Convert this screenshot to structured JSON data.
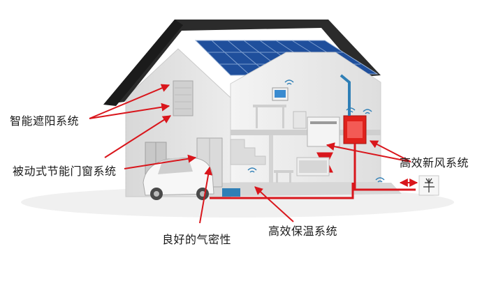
{
  "labels": {
    "smart_shading": "智能遮阳系统",
    "passive_windows": "被动式节能门窗系统",
    "airtightness": "良好的气密性",
    "insulation": "高效保温系统",
    "fresh_air": "高效新风系统"
  },
  "colors": {
    "arrow_red": "#d9161c",
    "duct_blue": "#2f7fb6",
    "wall": "#e3e3e3",
    "roof": "#2b2b2b",
    "solar_panel": "#1f4f9c",
    "ventilation_unit": "#e0211b"
  }
}
